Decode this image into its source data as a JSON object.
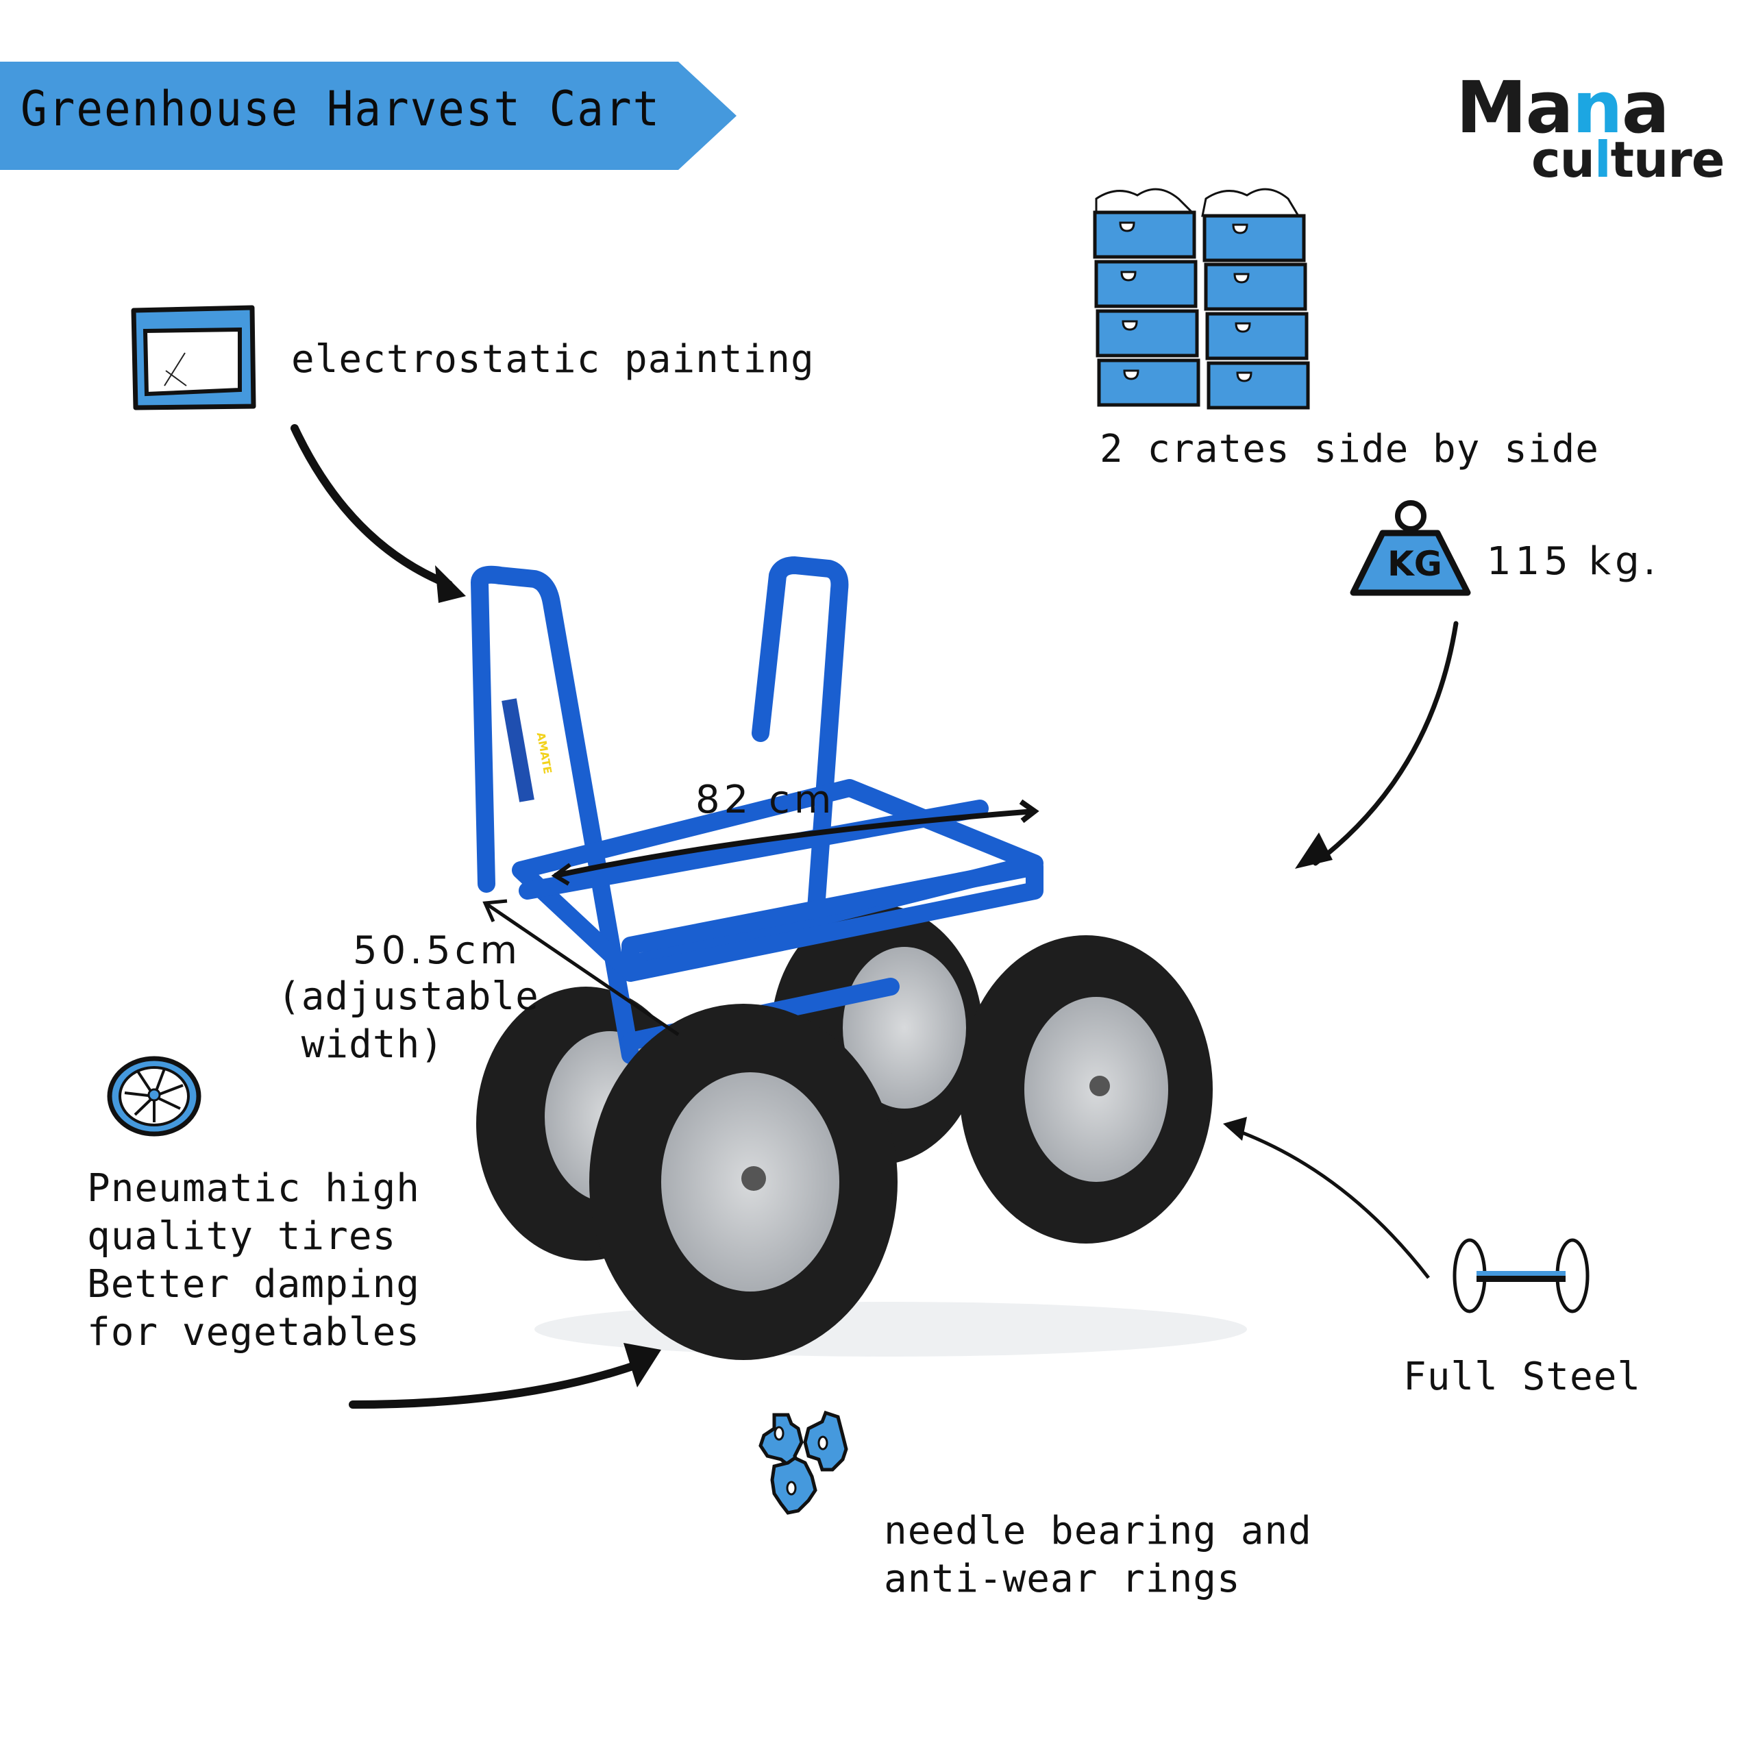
{
  "header": {
    "title": "Greenhouse Harvest Cart",
    "banner_color": "#4599dd"
  },
  "logo": {
    "line1_before": "Ma",
    "line1_highlight": "n",
    "line1_after": "a",
    "line2_before": "cu",
    "line2_highlight": "l",
    "line2_after": "ture",
    "highlight_color": "#1ca6e2"
  },
  "features": [
    {
      "id": "paint",
      "icon": "painting-frame-icon",
      "text": "electrostatic painting"
    },
    {
      "id": "crates",
      "icon": "stacked-crates-icon",
      "text": "2 crates side by side"
    },
    {
      "id": "weight",
      "icon": "kg-weight-icon",
      "icon_label": "KG",
      "text": "115 kg."
    },
    {
      "id": "tires",
      "icon": "wheel-icon",
      "text": "Pneumatic high\nquality tires\nBetter damping\nfor vegetables"
    },
    {
      "id": "steel",
      "icon": "axle-icon",
      "text": "Full Steel"
    },
    {
      "id": "bearing",
      "icon": "gears-icon",
      "text": "needle bearing and\nanti-wear rings"
    }
  ],
  "dimensions": {
    "length": "82 cm",
    "width": "50.5cm",
    "width_note": "(adjustable\n width)"
  },
  "product": {
    "brand_sticker": "AMATE",
    "frame_color": "#1a5fd0",
    "tire_color": "#1e1e1e",
    "rim_color": "#b9bcc0"
  },
  "accent_color": "#4599dd"
}
